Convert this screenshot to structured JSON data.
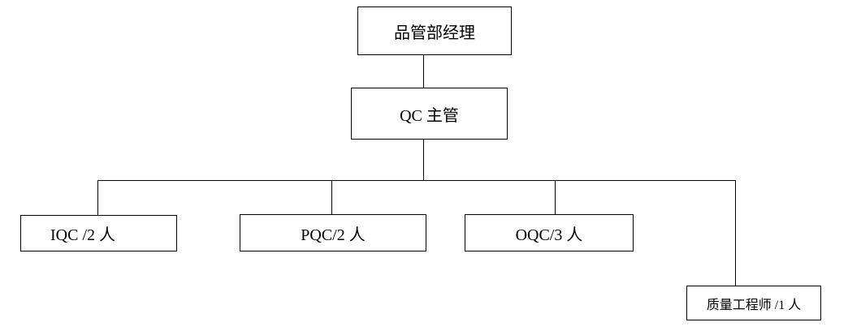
{
  "diagram": {
    "type": "org-chart",
    "title": "QC department organization chart",
    "colors": {
      "background": "#ffffff",
      "border": "#000000",
      "text": "#000000"
    },
    "nodes": {
      "manager": {
        "label": "品管部经理"
      },
      "supervisor": {
        "label": "QC 主管"
      },
      "iqc": {
        "label": "IQC /2 人"
      },
      "pqc": {
        "label": "PQC/2 人"
      },
      "oqc": {
        "label": "OQC/3 人"
      },
      "engineer": {
        "label": "质量工程师 /1 人"
      }
    },
    "edges": [
      {
        "from": "manager",
        "to": "supervisor"
      },
      {
        "from": "supervisor",
        "to": "iqc"
      },
      {
        "from": "supervisor",
        "to": "pqc"
      },
      {
        "from": "supervisor",
        "to": "oqc"
      },
      {
        "from": "supervisor",
        "to": "engineer"
      }
    ]
  }
}
